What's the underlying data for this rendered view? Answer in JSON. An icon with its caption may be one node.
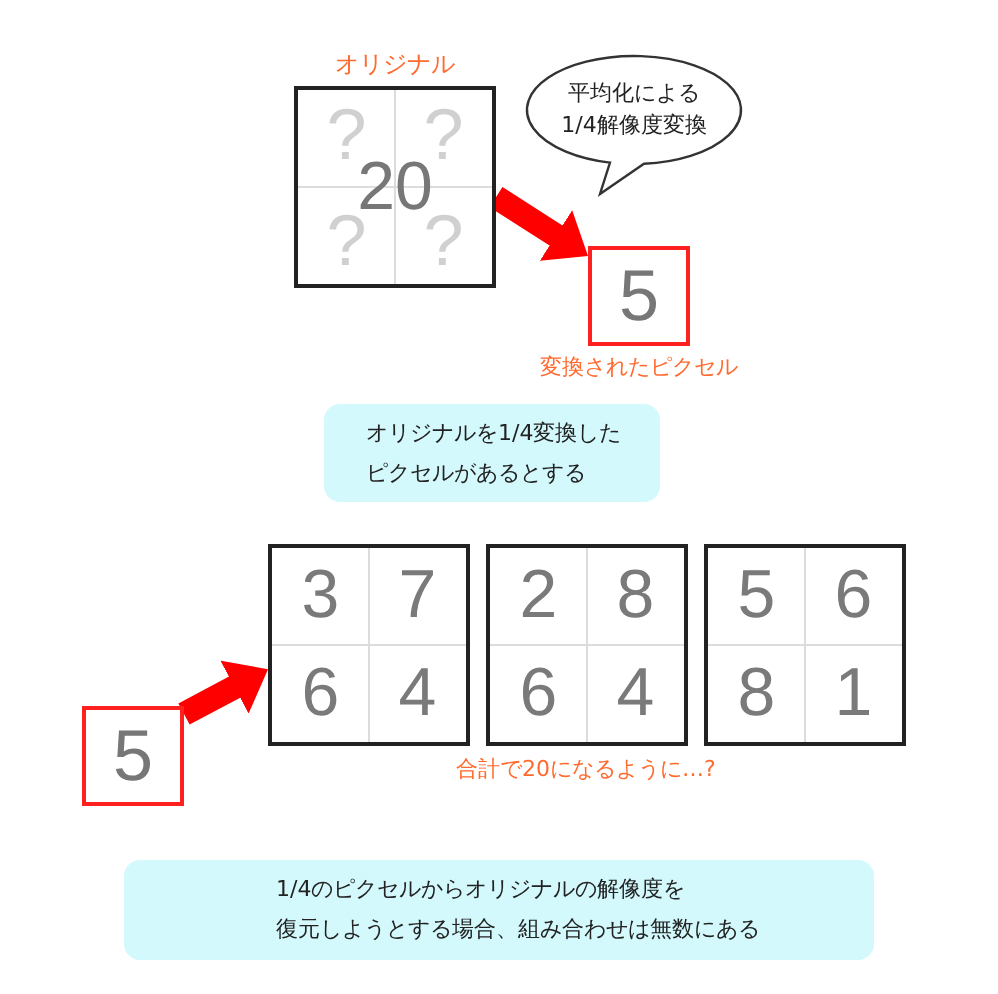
{
  "diagram": {
    "nodes": [
      {
        "text": [
          "オリジナル",
          "?",
          "?",
          "20",
          "?",
          "?"
        ]
      },
      {
        "text": [
          "平均化による1/4解像度変換"
        ]
      },
      {
        "text": [
          "5"
        ],
        "beside": [
          "変換されたピクセル"
        ]
      },
      {
        "text": [
          "オリジナルを1/4変換したピクセルがあるとする"
        ]
      },
      {
        "text": [
          "5"
        ]
      },
      {
        "text": [
          "3",
          "7",
          "6",
          "4"
        ]
      },
      {
        "text": [
          "2",
          "8",
          "6",
          "4"
        ]
      },
      {
        "text": [
          "5",
          "6",
          "8",
          "1"
        ]
      },
      {
        "text": [
          "1/4のピクセルからオリジナルの解像度を復元しようとする場合、組み合わせは無数にある"
        ]
      }
    ],
    "edges": [
      {
        "from": 0,
        "to": 2,
        "arrow": "to"
      },
      {
        "from": 4,
        "to": 5,
        "arrow": "to"
      }
    ],
    "labels": [
      "合計で20になるように…?"
    ]
  }
}
